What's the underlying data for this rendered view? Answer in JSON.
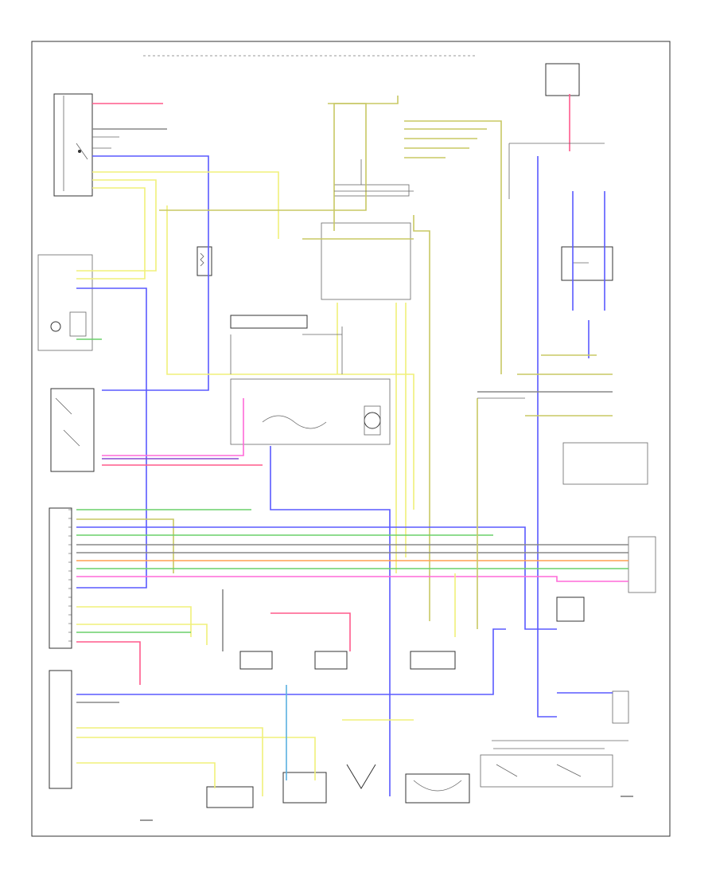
{
  "labels": {
    "corner_tl": "",
    "bottom_left": ""
  },
  "colors": {
    "red": "#ff5a8c",
    "blue": "#5a5aff",
    "yellow": "#f0f07a",
    "olive": "#c8c864",
    "green": "#6ad06a",
    "orange": "#ffa050",
    "magenta": "#ff6ad8",
    "purple": "#8a4ad0",
    "cyan": "#5ab0e0",
    "gray": "#888888",
    "black": "#333333",
    "tan": "#d8c8a0"
  },
  "components": [
    {
      "id": "rear-heater-relay",
      "icon": "relay-icon"
    },
    {
      "id": "rear-blower-motor",
      "icon": "motor-icon"
    },
    {
      "id": "front-heater-control",
      "icon": "switch-icon"
    },
    {
      "id": "blower-resistor",
      "icon": "resistor-icon"
    },
    {
      "id": "climate-control-unit",
      "icon": "module-icon"
    },
    {
      "id": "ac-compressor-clutch",
      "icon": "clutch-icon"
    },
    {
      "id": "pressure-switch",
      "icon": "switch-icon"
    },
    {
      "id": "servo-motors",
      "icon": "motor-icon"
    },
    {
      "id": "engine-control-module",
      "icon": "module-icon"
    },
    {
      "id": "ground-points",
      "icon": "ground-icon"
    }
  ]
}
